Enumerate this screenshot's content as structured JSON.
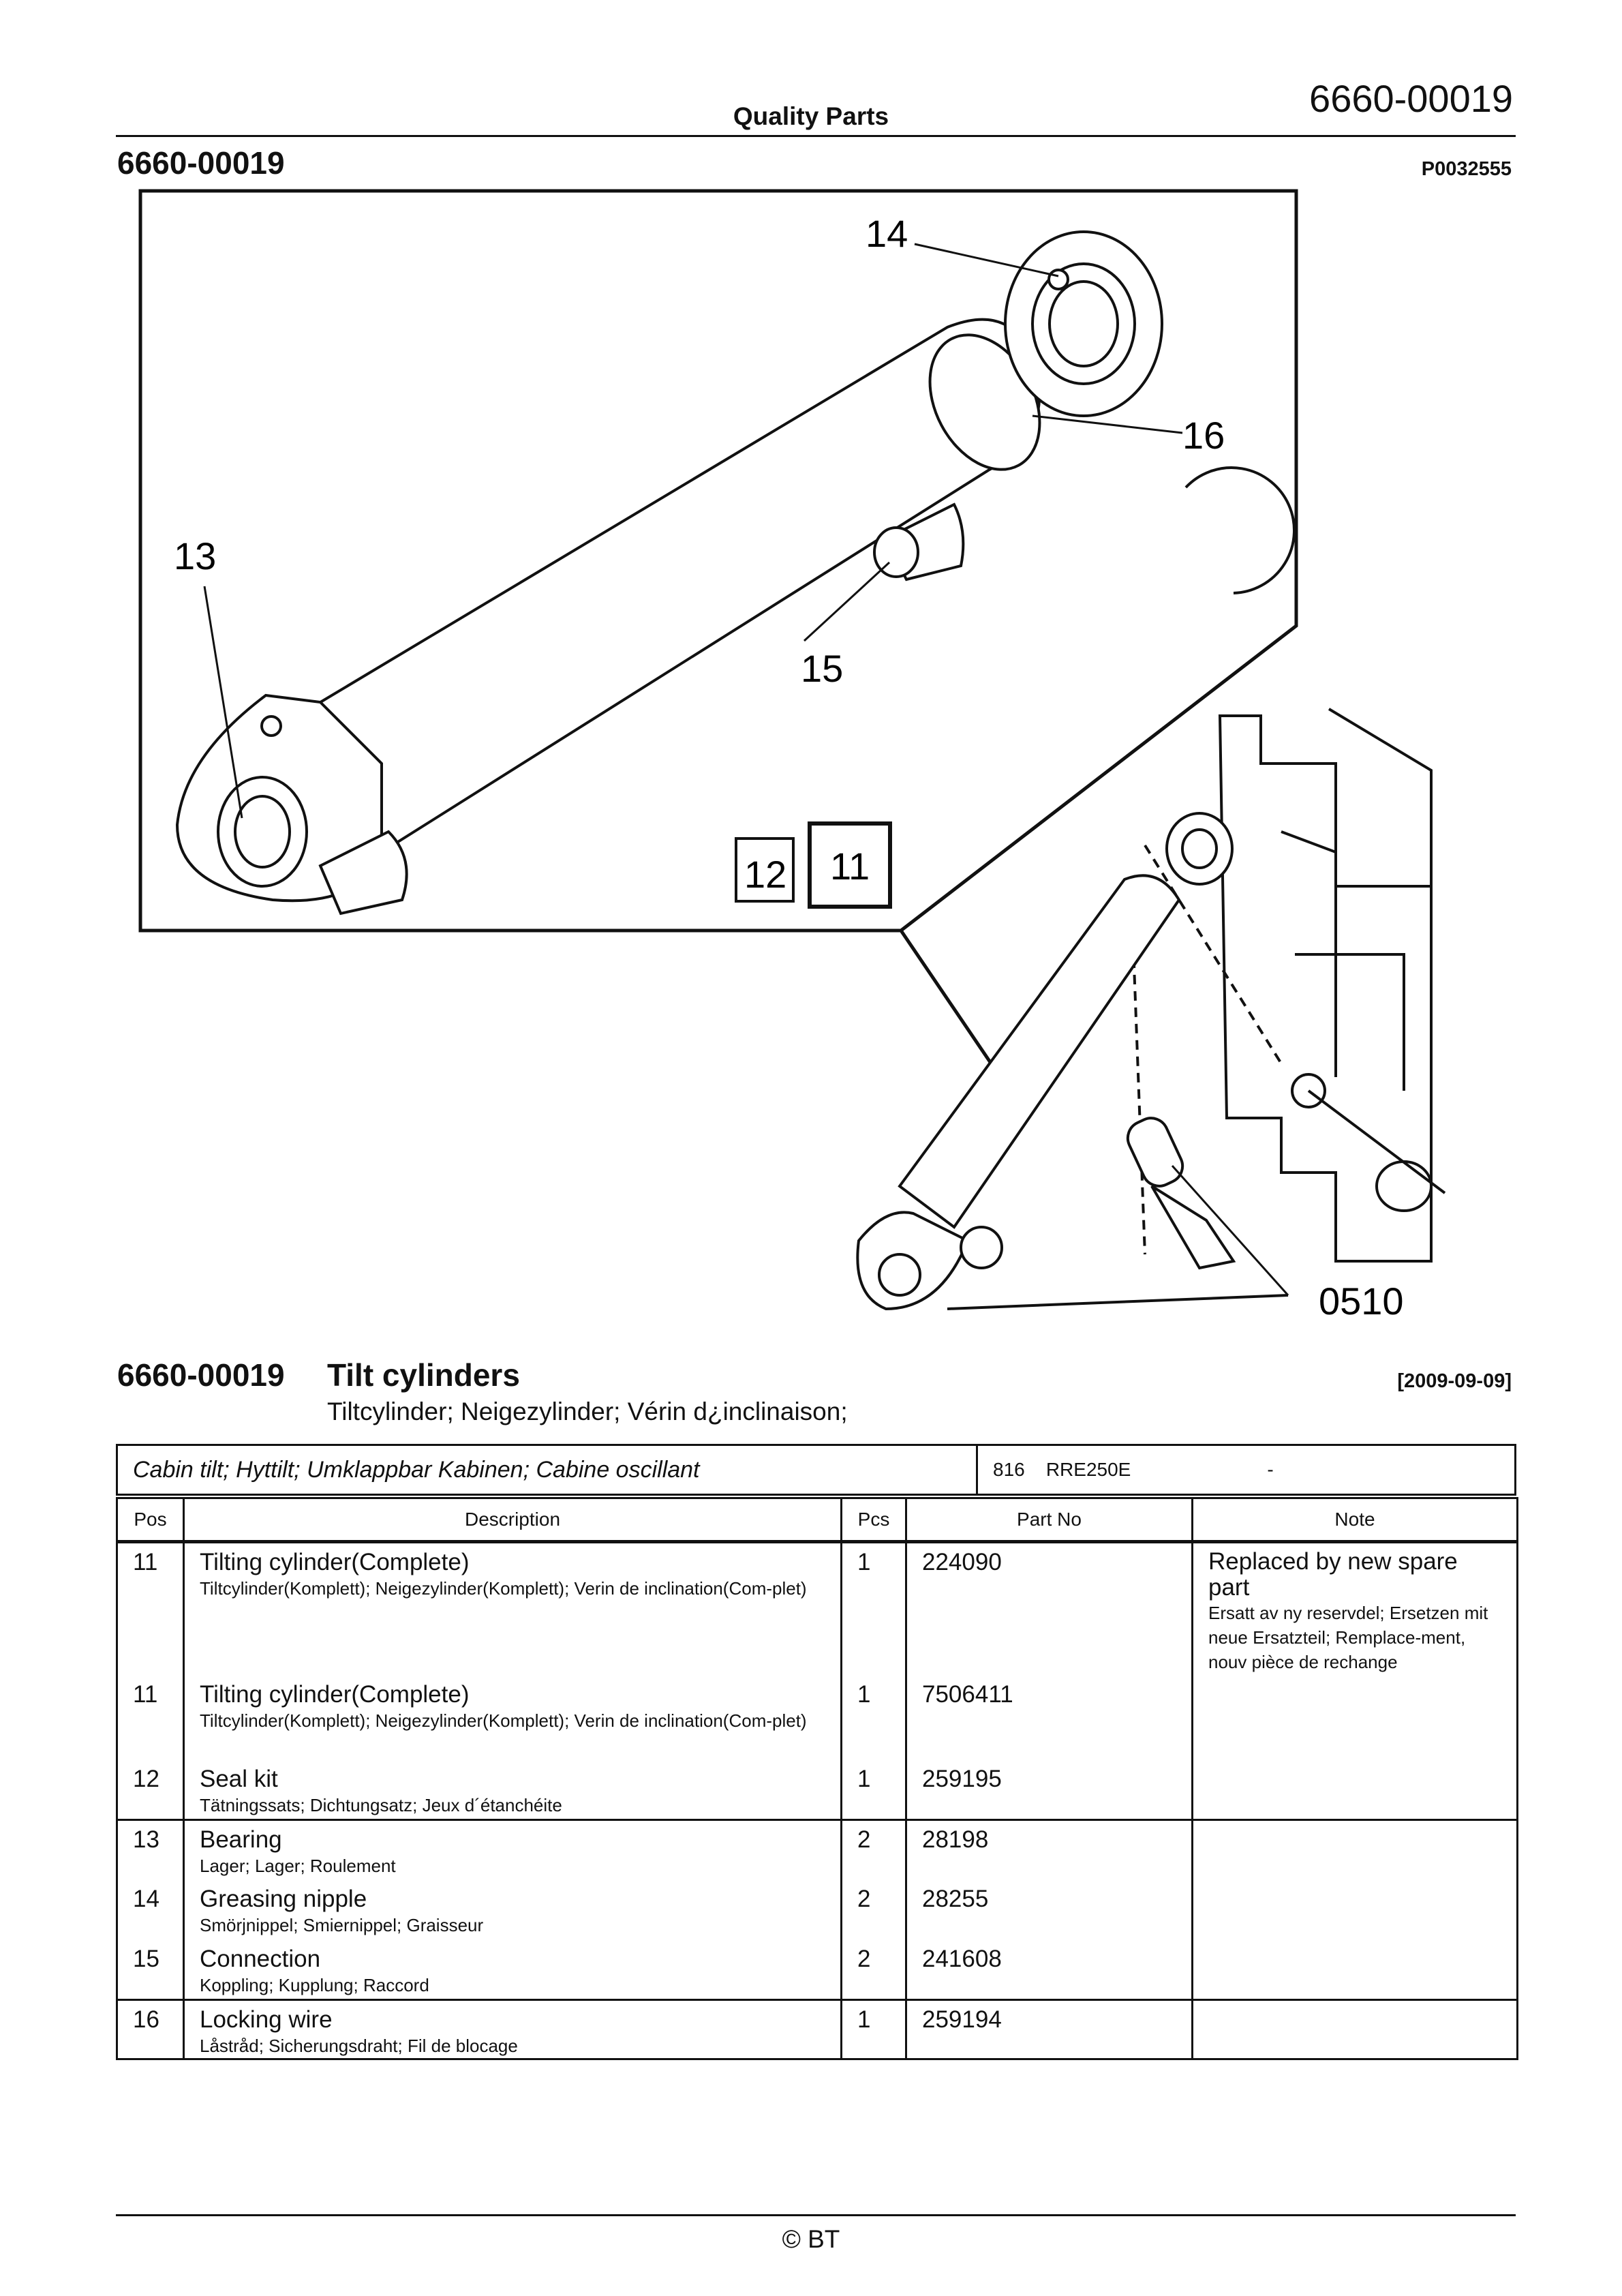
{
  "header": {
    "title": "Quality Parts",
    "doc_number": "6660-00019"
  },
  "figure": {
    "id": "6660-00019",
    "ref": "P0032555",
    "callouts": {
      "c14": "14",
      "c16": "16",
      "c13": "13",
      "c15": "15",
      "c12": "12",
      "c11": "11",
      "c0510": "0510"
    }
  },
  "section": {
    "id": "6660-00019",
    "title": "Tilt cylinders",
    "subtitle": "Tiltcylinder; Neigezylinder; Vérin d¿inclinaison;",
    "date": "[2009-09-09]"
  },
  "meta": {
    "description": "Cabin tilt; Hyttilt; Umklappbar Kabinen; Cabine oscillant",
    "applicability": "816    RRE250E",
    "dash": "-"
  },
  "table": {
    "headers": {
      "pos": "Pos",
      "desc": "Description",
      "pcs": "Pcs",
      "part": "Part No",
      "note": "Note"
    },
    "rows": [
      {
        "pos": "11",
        "name": "Tilting cylinder(Complete)",
        "sub": "Tiltcylinder(Komplett); Neigezylinder(Komplett); Verin de inclination(Com-plet)",
        "pcs": "1",
        "part": "224090",
        "note": "Replaced by new spare part",
        "note_sub": "Ersatt av ny reservdel; Ersetzen mit neue Ersatzteil; Remplace-ment, nouv pièce de rechange"
      },
      {
        "pos": "11",
        "name": "Tilting cylinder(Complete)",
        "sub": "Tiltcylinder(Komplett); Neigezylinder(Komplett); Verin de inclination(Com-plet)",
        "pcs": "1",
        "part": "7506411",
        "note": "",
        "note_sub": ""
      },
      {
        "pos": "12",
        "name": "Seal kit",
        "sub": "Tätningssats; Dichtungsatz; Jeux d´étanchéite",
        "pcs": "1",
        "part": "259195",
        "note": "",
        "note_sub": ""
      },
      {
        "pos": "13",
        "name": "Bearing",
        "sub": "Lager; Lager; Roulement",
        "pcs": "2",
        "part": "28198",
        "note": "",
        "note_sub": ""
      },
      {
        "pos": "14",
        "name": "Greasing nipple",
        "sub": "Smörjnippel; Smiernippel; Graisseur",
        "pcs": "2",
        "part": "28255",
        "note": "",
        "note_sub": ""
      },
      {
        "pos": "15",
        "name": "Connection",
        "sub": "Koppling; Kupplung; Raccord",
        "pcs": "2",
        "part": "241608",
        "note": "",
        "note_sub": ""
      },
      {
        "pos": "16",
        "name": "Locking wire",
        "sub": "Låstråd; Sicherungsdraht; Fil de blocage",
        "pcs": "1",
        "part": "259194",
        "note": "",
        "note_sub": ""
      }
    ]
  },
  "footer": {
    "copyright": "© BT"
  }
}
